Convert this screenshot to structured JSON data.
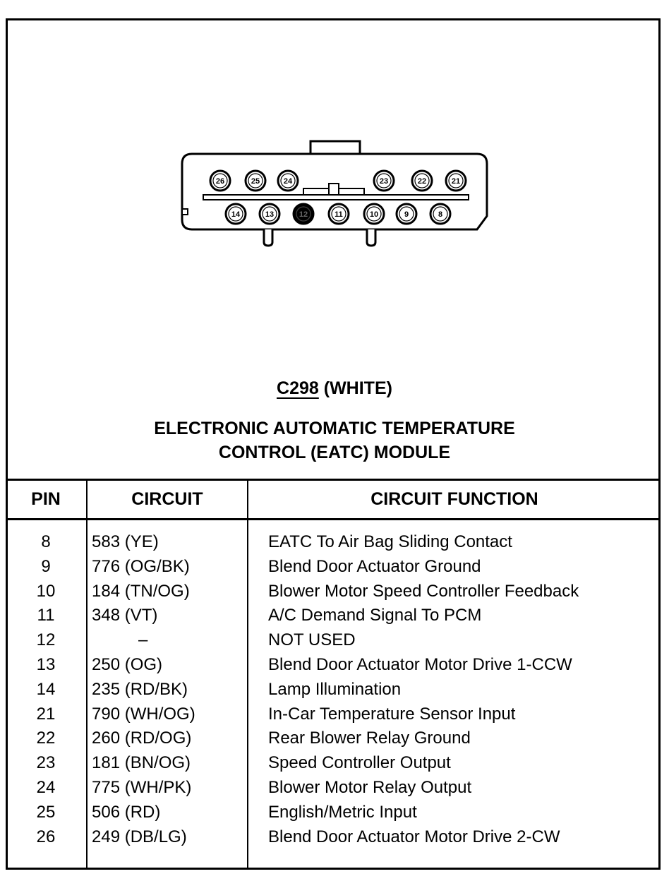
{
  "connector": {
    "id": "C298",
    "color_label": "(WHITE)",
    "module_line1": "ELECTRONIC AUTOMATIC TEMPERATURE",
    "module_line2": "CONTROL (EATC) MODULE",
    "top_row_pins": [
      "26",
      "25",
      "24",
      "23",
      "22",
      "21"
    ],
    "bottom_row_pins": [
      "14",
      "13",
      "12",
      "11",
      "10",
      "9",
      "8"
    ],
    "highlighted_pin": "12"
  },
  "table": {
    "headers": {
      "pin": "PIN",
      "circuit": "CIRCUIT",
      "function": "CIRCUIT FUNCTION"
    },
    "rows": [
      {
        "pin": "8",
        "circuit": "583 (YE)",
        "function": "EATC To Air Bag Sliding Contact"
      },
      {
        "pin": "9",
        "circuit": "776 (OG/BK)",
        "function": "Blend Door Actuator Ground"
      },
      {
        "pin": "10",
        "circuit": "184 (TN/OG)",
        "function": "Blower Motor Speed Controller Feedback"
      },
      {
        "pin": "11",
        "circuit": "348 (VT)",
        "function": "A/C Demand Signal To PCM"
      },
      {
        "pin": "12",
        "circuit": "–",
        "function": "NOT USED"
      },
      {
        "pin": "13",
        "circuit": "250 (OG)",
        "function": "Blend Door Actuator Motor Drive 1-CCW"
      },
      {
        "pin": "14",
        "circuit": "235 (RD/BK)",
        "function": "Lamp Illumination"
      },
      {
        "pin": "21",
        "circuit": "790 (WH/OG)",
        "function": "In-Car Temperature Sensor Input"
      },
      {
        "pin": "22",
        "circuit": "260 (RD/OG)",
        "function": "Rear Blower Relay Ground"
      },
      {
        "pin": "23",
        "circuit": "181 (BN/OG)",
        "function": "Speed Controller Output"
      },
      {
        "pin": "24",
        "circuit": "775 (WH/PK)",
        "function": "Blower Motor Relay Output"
      },
      {
        "pin": "25",
        "circuit": "506 (RD)",
        "function": "English/Metric Input"
      },
      {
        "pin": "26",
        "circuit": "249 (DB/LG)",
        "function": "Blend Door Actuator Motor Drive 2-CW"
      }
    ]
  }
}
